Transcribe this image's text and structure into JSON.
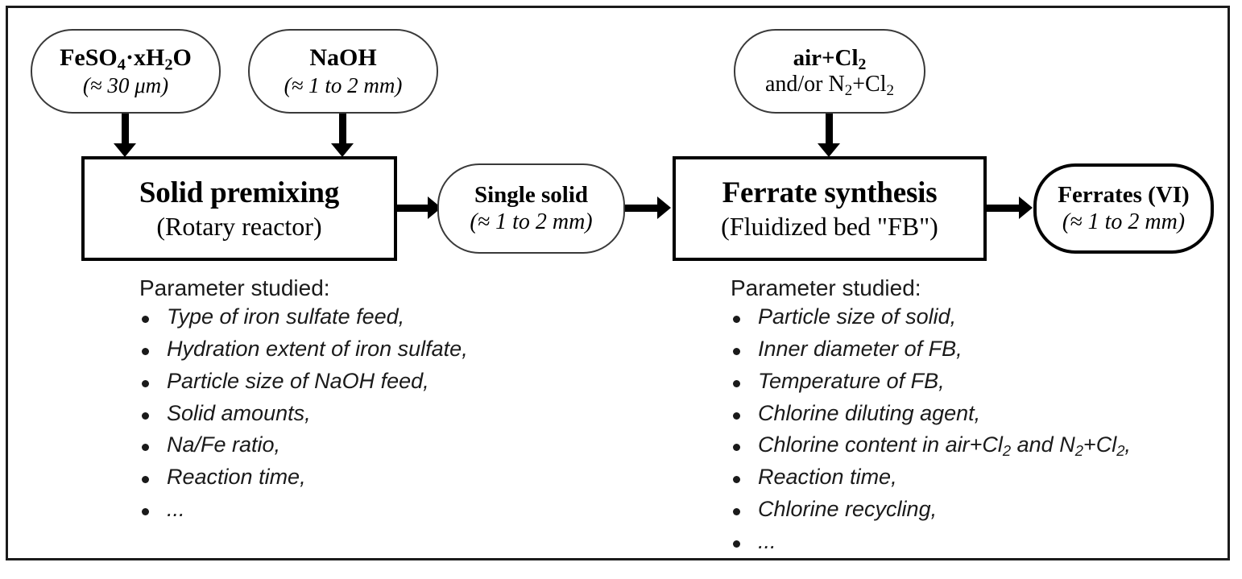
{
  "diagram": {
    "type": "process-flow",
    "nodes": {
      "feso4": {
        "title": "FeSO4·xH2O",
        "title_html": "FeSO<sub>4</sub>·xH<sub>2</sub>O",
        "subtitle": "(≈ 30 μm)"
      },
      "naoh": {
        "title": "NaOH",
        "subtitle": "(≈ 1 to 2 mm)"
      },
      "gas": {
        "title": "air+Cl2",
        "title_html": "air+Cl<sub>2</sub>",
        "subtitle": "and/or N2+Cl2",
        "subtitle_html": "and/or N<sub>2</sub>+Cl<sub>2</sub>"
      },
      "premix": {
        "title": "Solid premixing",
        "subtitle": "(Rotary reactor)"
      },
      "single_solid": {
        "title": "Single solid",
        "subtitle": "(≈ 1 to 2 mm)"
      },
      "ferrate_synthesis": {
        "title": "Ferrate synthesis",
        "subtitle": "(Fluidized bed \"FB\")"
      },
      "ferrates": {
        "title": "Ferrates (VI)",
        "subtitle": "(≈ 1 to 2 mm)"
      }
    },
    "left_params": {
      "heading": "Parameter studied:",
      "items": [
        "Type of iron sulfate feed,",
        "Hydration extent of iron sulfate,",
        "Particle size of NaOH feed,",
        "Solid amounts,",
        "Na/Fe ratio,",
        "Reaction time,",
        "..."
      ]
    },
    "right_params": {
      "heading": "Parameter studied:",
      "items": [
        "Particle size of solid,",
        "Inner diameter of FB,",
        "Temperature of FB,",
        "Chlorine diluting agent,",
        "Chlorine content in air+Cl2 and N2+Cl2,",
        "Reaction time,",
        "Chlorine recycling,",
        "..."
      ],
      "item_5_html": "Chlorine content in air+Cl<sub>2</sub> and N<sub>2</sub>+Cl<sub>2</sub>,"
    },
    "colors": {
      "frame_border": "#1b1b1b",
      "thin_border": "#3a3a3a",
      "thick_border": "#000000",
      "text": "#000000",
      "list_text": "#1a1a1a",
      "background": "#ffffff"
    }
  }
}
